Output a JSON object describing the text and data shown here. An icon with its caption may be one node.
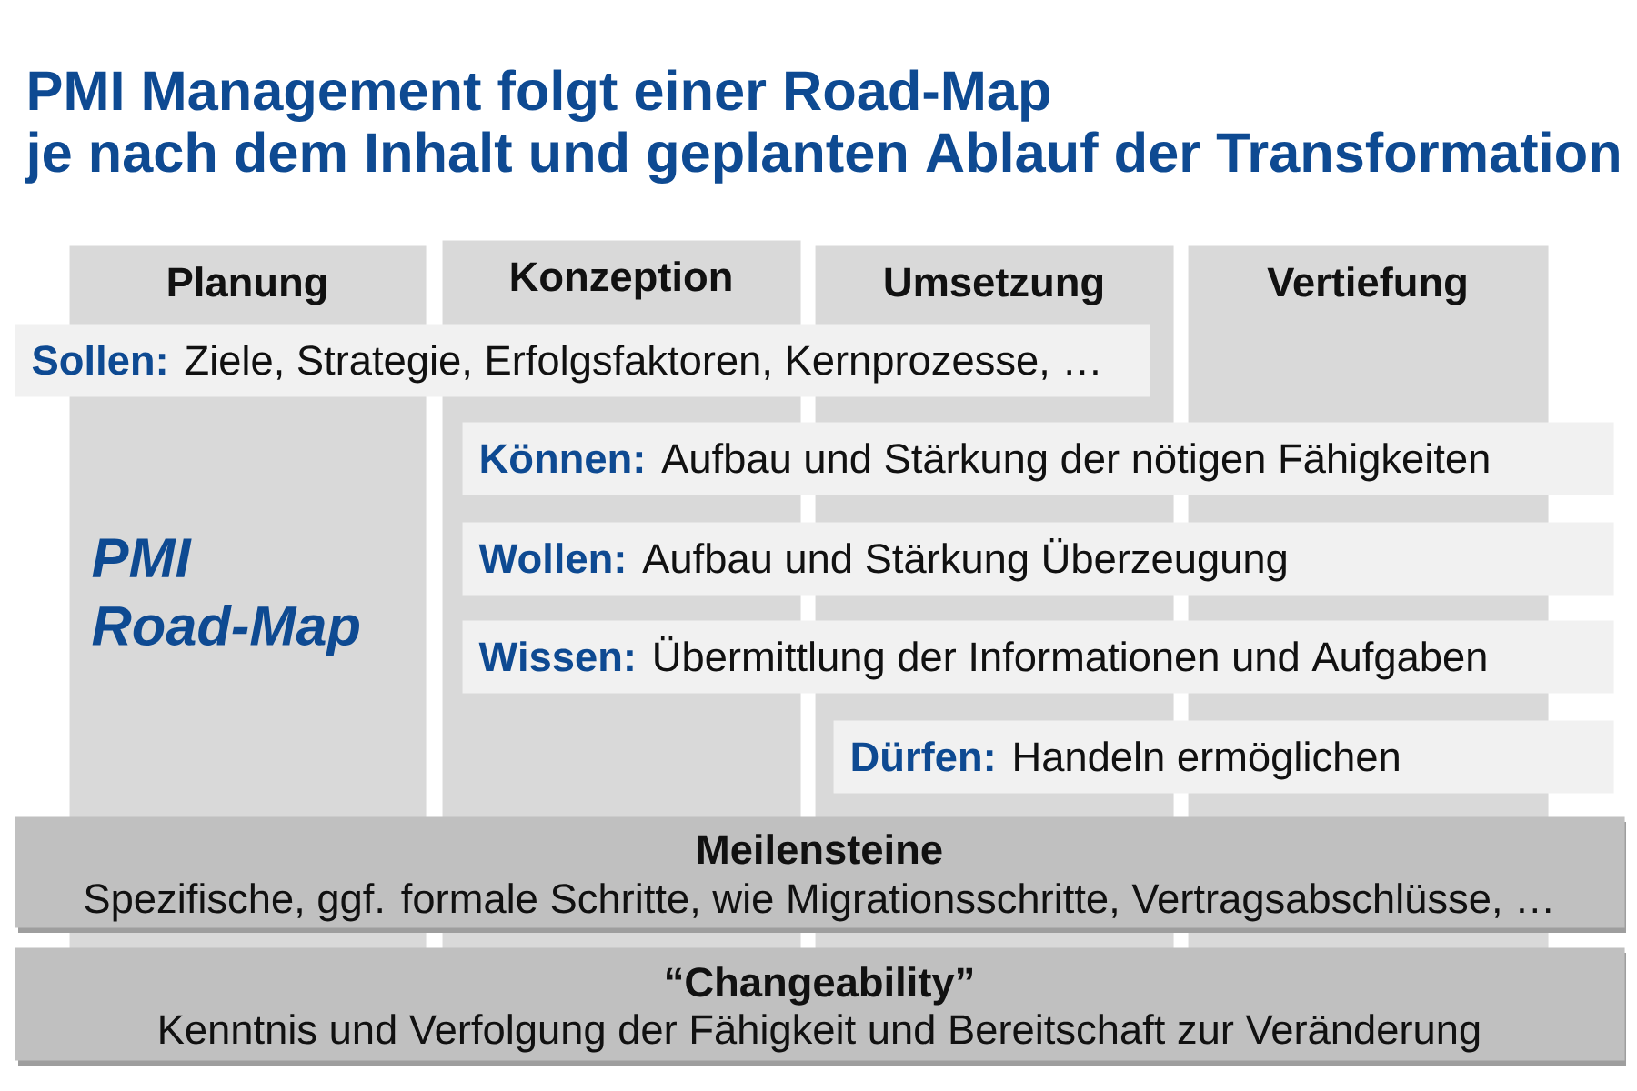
{
  "diagram": {
    "title": "PMI Management folgt einer Road-Map je nach dem Inhalt und geplanten Ablauf der Transformation",
    "nodes": [
      {
        "text": [
          "Planung",
          "PMI Road-Map"
        ]
      },
      {
        "text": [
          "Konzeption"
        ]
      },
      {
        "text": [
          "Umsetzung"
        ]
      },
      {
        "text": [
          "Vertiefung"
        ]
      },
      {
        "text": [
          "Sollen:",
          "Ziele, Strategie, Erfolgsfaktoren, Kernprozesse, …"
        ]
      },
      {
        "text": [
          "Können:",
          "Aufbau und Stärkung der nötigen Fähigkeiten"
        ]
      },
      {
        "text": [
          "Wollen:",
          "Aufbau und Stärkung Überzeugung"
        ]
      },
      {
        "text": [
          "Wissen:",
          "Übermittlung der Informationen und Aufgaben"
        ]
      },
      {
        "text": [
          "Dürfen:",
          "Handeln ermöglichen"
        ]
      },
      {
        "text": [
          "Meilensteine",
          "Spezifische, ggf. formale Schritte, wie Migrationsschritte, Vertragsabschlüsse, …"
        ]
      },
      {
        "text": [
          "“Changeability”",
          "Kenntnis und Verfolgung der Fähigkeit und Bereitschaft zur Veränderung"
        ]
      }
    ]
  }
}
